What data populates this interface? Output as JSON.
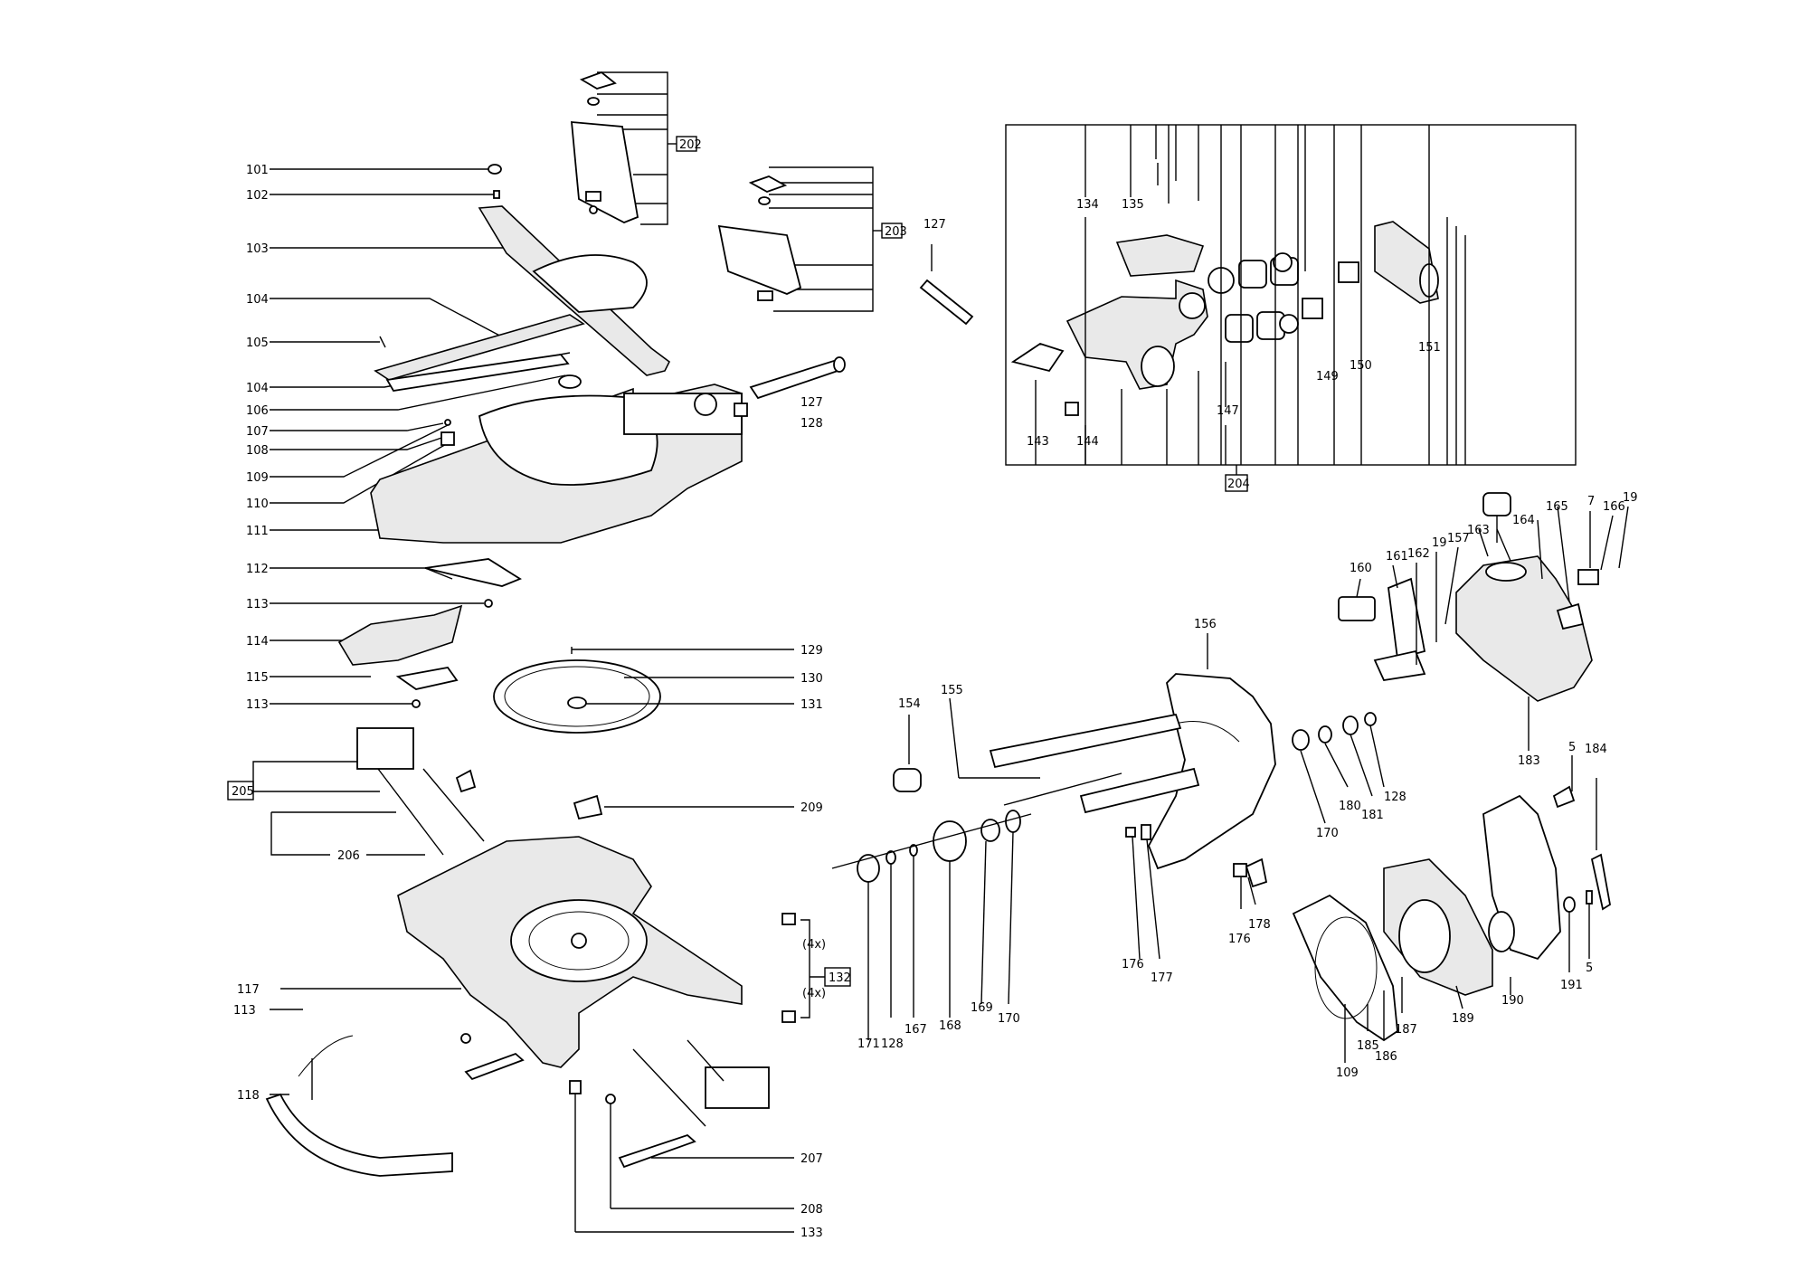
{
  "callouts": [
    {
      "id": "c101",
      "text": "101"
    },
    {
      "id": "c102",
      "text": "102"
    },
    {
      "id": "c103",
      "text": "103"
    },
    {
      "id": "c104a",
      "text": "104"
    },
    {
      "id": "c105",
      "text": "105"
    },
    {
      "id": "c104b",
      "text": "104"
    },
    {
      "id": "c106",
      "text": "106"
    },
    {
      "id": "c107",
      "text": "107"
    },
    {
      "id": "c108",
      "text": "108"
    },
    {
      "id": "c109a",
      "text": "109"
    },
    {
      "id": "c110",
      "text": "110"
    },
    {
      "id": "c111",
      "text": "111"
    },
    {
      "id": "c112",
      "text": "112"
    },
    {
      "id": "c113a",
      "text": "113"
    },
    {
      "id": "c114",
      "text": "114"
    },
    {
      "id": "c115",
      "text": "115"
    },
    {
      "id": "c113b",
      "text": "113"
    },
    {
      "id": "c206",
      "text": "206"
    },
    {
      "id": "c117",
      "text": "117"
    },
    {
      "id": "c113c",
      "text": "113"
    },
    {
      "id": "c118",
      "text": "118"
    },
    {
      "id": "c127a",
      "text": "127"
    },
    {
      "id": "c127b",
      "text": "127"
    },
    {
      "id": "c128a",
      "text": "128"
    },
    {
      "id": "c129",
      "text": "129"
    },
    {
      "id": "c130",
      "text": "130"
    },
    {
      "id": "c131",
      "text": "131"
    },
    {
      "id": "c209",
      "text": "209"
    },
    {
      "id": "c4xa",
      "text": "(4x)"
    },
    {
      "id": "c4xb",
      "text": "(4x)"
    },
    {
      "id": "c207",
      "text": "207"
    },
    {
      "id": "c208",
      "text": "208"
    },
    {
      "id": "c133",
      "text": "133"
    },
    {
      "id": "c134",
      "text": "134"
    },
    {
      "id": "c135",
      "text": "135"
    },
    {
      "id": "c143",
      "text": "143"
    },
    {
      "id": "c144",
      "text": "144"
    },
    {
      "id": "c147",
      "text": "147"
    },
    {
      "id": "c149",
      "text": "149"
    },
    {
      "id": "c150",
      "text": "150"
    },
    {
      "id": "c151",
      "text": "151"
    },
    {
      "id": "c154",
      "text": "154"
    },
    {
      "id": "c155",
      "text": "155"
    },
    {
      "id": "c156",
      "text": "156"
    },
    {
      "id": "c160",
      "text": "160"
    },
    {
      "id": "c161",
      "text": "161"
    },
    {
      "id": "c162",
      "text": "162"
    },
    {
      "id": "c19a",
      "text": "19"
    },
    {
      "id": "c157",
      "text": "157"
    },
    {
      "id": "c163",
      "text": "163"
    },
    {
      "id": "c164",
      "text": "164"
    },
    {
      "id": "c165",
      "text": "165"
    },
    {
      "id": "c7",
      "text": "7"
    },
    {
      "id": "c166",
      "text": "166"
    },
    {
      "id": "c19b",
      "text": "19"
    },
    {
      "id": "c170a",
      "text": "170"
    },
    {
      "id": "c180",
      "text": "180"
    },
    {
      "id": "c181",
      "text": "181"
    },
    {
      "id": "c128b",
      "text": "128"
    },
    {
      "id": "c183",
      "text": "183"
    },
    {
      "id": "c5a",
      "text": "5"
    },
    {
      "id": "c184",
      "text": "184"
    },
    {
      "id": "c171",
      "text": "171"
    },
    {
      "id": "c128c",
      "text": "128"
    },
    {
      "id": "c167",
      "text": "167"
    },
    {
      "id": "c168",
      "text": "168"
    },
    {
      "id": "c169",
      "text": "169"
    },
    {
      "id": "c170b",
      "text": "170"
    },
    {
      "id": "c176a",
      "text": "176"
    },
    {
      "id": "c177",
      "text": "177"
    },
    {
      "id": "c176b",
      "text": "176"
    },
    {
      "id": "c178",
      "text": "178"
    },
    {
      "id": "c109b",
      "text": "109"
    },
    {
      "id": "c185",
      "text": "185"
    },
    {
      "id": "c186",
      "text": "186"
    },
    {
      "id": "c187",
      "text": "187"
    },
    {
      "id": "c189",
      "text": "189"
    },
    {
      "id": "c190",
      "text": "190"
    },
    {
      "id": "c191",
      "text": "191"
    },
    {
      "id": "c5b",
      "text": "5"
    }
  ],
  "boxed": [
    {
      "id": "b202",
      "text": "202"
    },
    {
      "id": "b203",
      "text": "203"
    },
    {
      "id": "b204",
      "text": "204"
    },
    {
      "id": "b205",
      "text": "205"
    },
    {
      "id": "b132",
      "text": "132"
    }
  ]
}
